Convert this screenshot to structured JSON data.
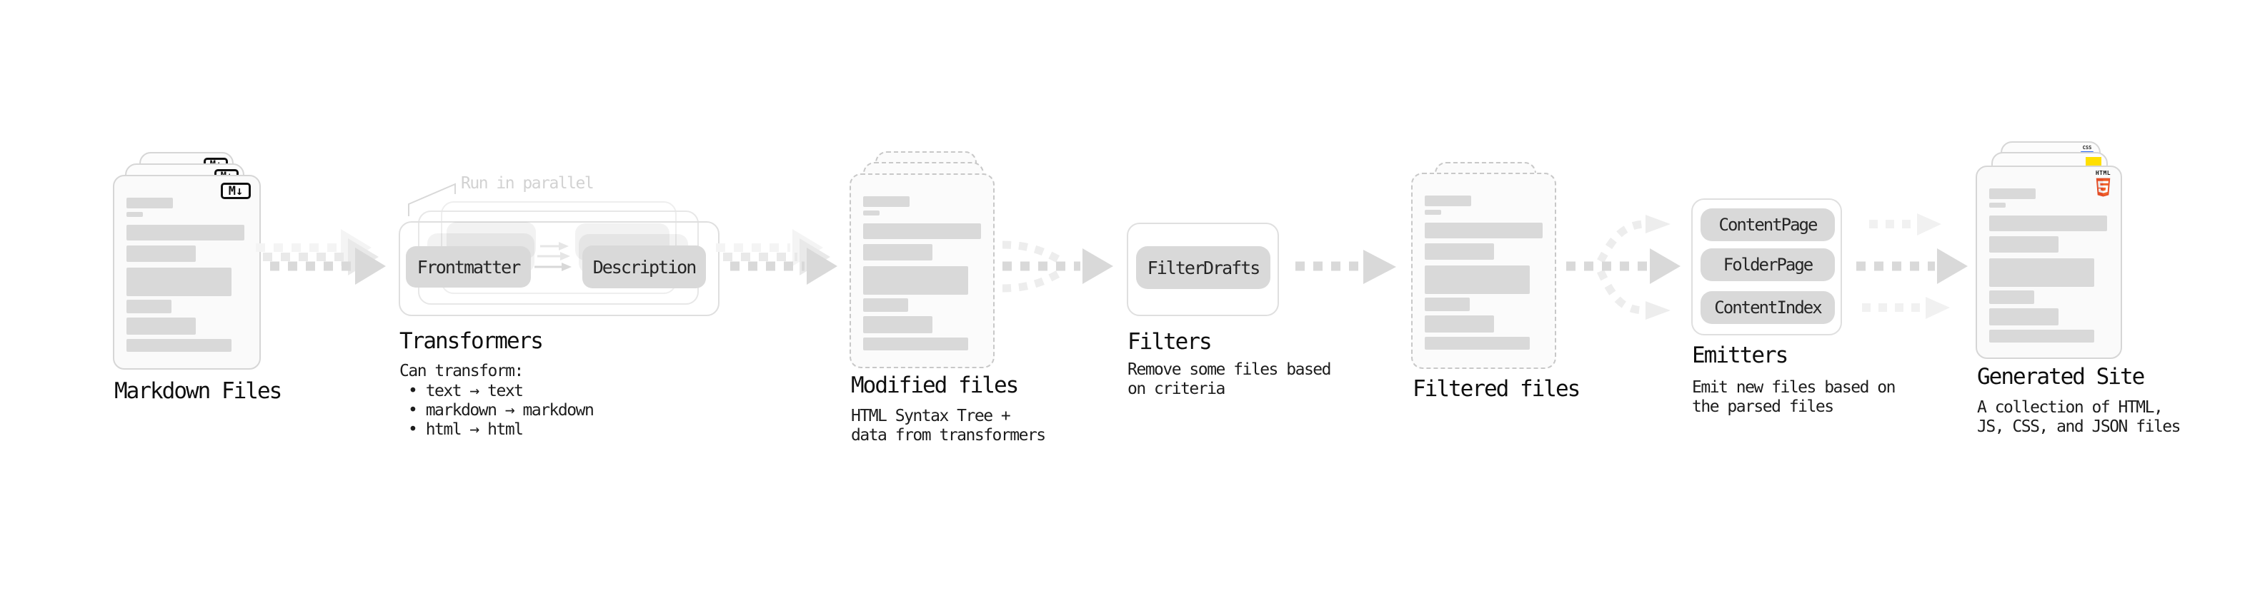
{
  "diagram": {
    "markdown_files": {
      "label": "Markdown Files",
      "file_badge": "M↓"
    },
    "transformers": {
      "note": "Run in parallel",
      "step_a": "Frontmatter",
      "step_b": "Description",
      "heading": "Transformers",
      "caption_intro": "Can transform:",
      "bullets": [
        "• text → text",
        "• markdown → markdown",
        "• html → html"
      ]
    },
    "modified_files": {
      "heading": "Modified files",
      "caption": [
        "HTML Syntax Tree +",
        "data from transformers"
      ]
    },
    "filters": {
      "step": "FilterDrafts",
      "heading": "Filters",
      "caption": [
        "Remove some files based",
        "on criteria"
      ]
    },
    "filtered_files": {
      "heading": "Filtered files"
    },
    "emitters": {
      "steps": [
        "ContentPage",
        "FolderPage",
        "ContentIndex"
      ],
      "heading": "Emitters",
      "caption": [
        "Emit new files based on",
        "the parsed files"
      ]
    },
    "generated_site": {
      "heading": "Generated Site",
      "caption": [
        "A collection of HTML,",
        "JS, CSS, and JSON files"
      ],
      "css_badge": "CSS",
      "html_badge": "HTML"
    }
  },
  "colors": {
    "arrow_gray": "#d9d9d9",
    "arrow_light": "#ededed",
    "chip_gray": "#d9d9d9",
    "html5_orange": "#e44d26",
    "html5_orange_light": "#f16529",
    "js_yellow": "#ffdf00",
    "css_blue": "#2965f1"
  }
}
